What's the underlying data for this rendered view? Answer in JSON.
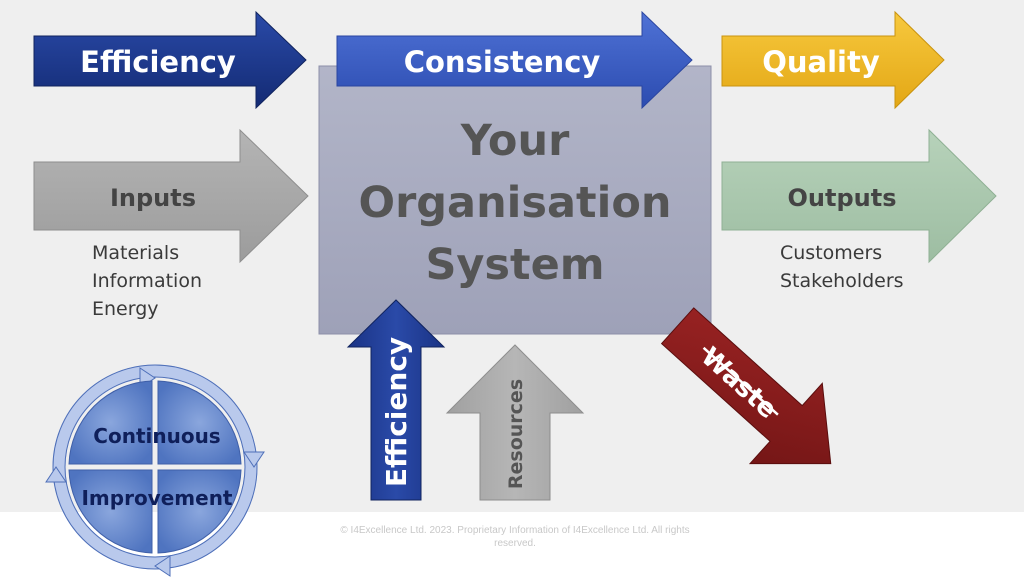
{
  "top_arrows": {
    "efficiency": "Efficiency",
    "consistency": "Consistency",
    "quality": "Quality"
  },
  "inputs": {
    "label": "Inputs",
    "items": [
      "Materials",
      "Information",
      "Energy"
    ]
  },
  "outputs": {
    "label": "Outputs",
    "items": [
      "Customers",
      "Stakeholders"
    ]
  },
  "system": {
    "line1": "Your",
    "line2": "Organisation",
    "line3": "System"
  },
  "bottom_arrows": {
    "efficiency": "Efficiency",
    "resources": "Resources",
    "waste": "Waste"
  },
  "continuous_improvement": {
    "line1": "Continuous",
    "line2": "Improvement"
  },
  "footer": "© I4Excellence Ltd. 2023.  Proprietary Information of I4Excellence Ltd.  All rights reserved.",
  "colors": {
    "efficiency_blue": "#1d3a8f",
    "consistency_blue": "#3d5fc4",
    "quality_gold": "#f0b92a",
    "inputs_grey": "#a6a6a6",
    "outputs_green": "#a9c7ad",
    "system_box": "#a7aabf",
    "waste_red": "#8b1c1c",
    "cycle_blue": "#5b7fc6"
  }
}
